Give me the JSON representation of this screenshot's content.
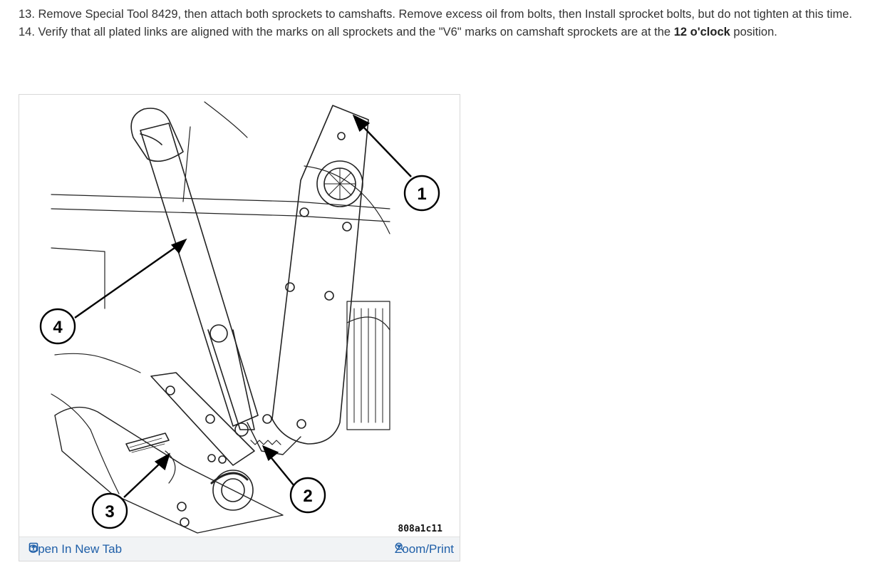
{
  "steps": {
    "step13": "13. Remove Special Tool 8429, then attach both sprockets to camshafts. Remove excess oil from bolts, then Install sprocket bolts, but do not tighten at this time.",
    "step14_before": "14. Verify that all plated links are aligned with the marks on all sprockets and the \"V6\" marks on camshaft sprockets are at the ",
    "step14_bold": "12 o'clock",
    "step14_after": " position."
  },
  "figure": {
    "callouts": [
      "1",
      "2",
      "3",
      "4"
    ],
    "code": "808a1c11",
    "open_label": "Open In New Tab",
    "zoom_label": "Zoom/Print"
  },
  "icons": {
    "open": "open-new-tab-icon",
    "zoom": "zoom-icon"
  },
  "colors": {
    "link": "#1f5fa8",
    "text": "#333333"
  }
}
